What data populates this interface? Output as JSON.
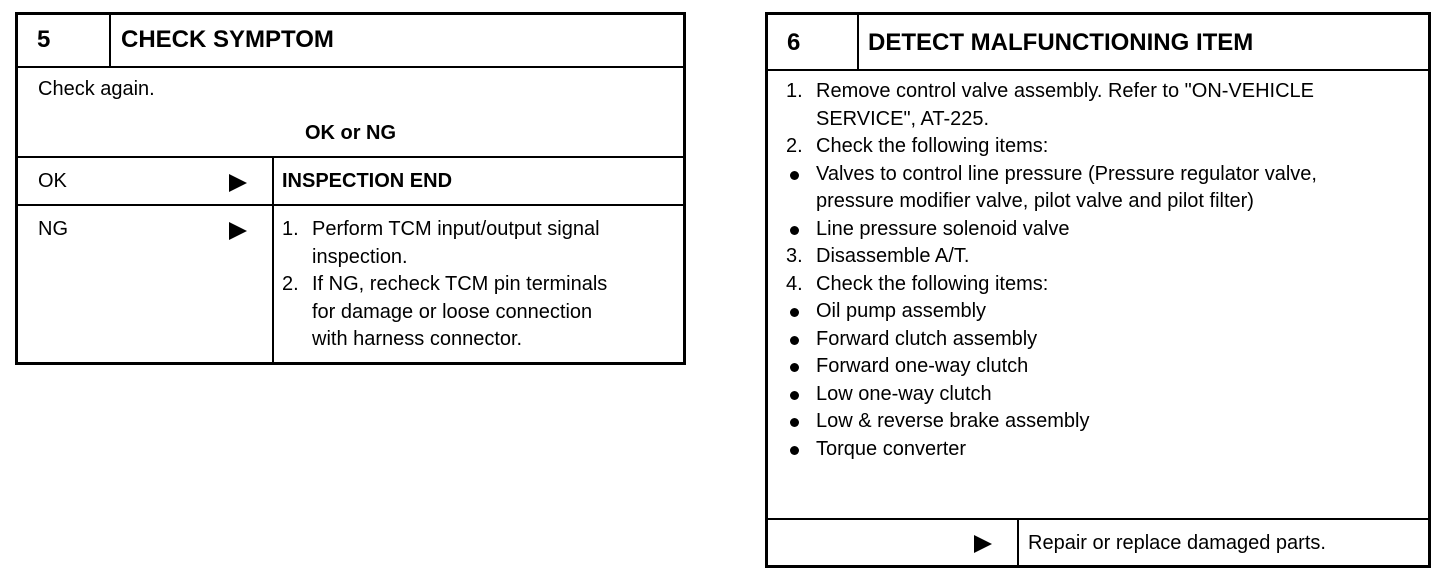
{
  "step5": {
    "number": "5",
    "title": "CHECK SYMPTOM",
    "instruction": "Check again.",
    "question": "OK or NG",
    "ok": {
      "label": "OK",
      "result": "INSPECTION END"
    },
    "ng": {
      "label": "NG",
      "items": [
        {
          "marker": "1.",
          "lines": [
            "Perform TCM input/output signal",
            "inspection."
          ]
        },
        {
          "marker": "2.",
          "lines": [
            "If NG, recheck TCM pin terminals",
            "for damage or loose connection",
            "with harness connector."
          ]
        }
      ]
    }
  },
  "step6": {
    "number": "6",
    "title": "DETECT MALFUNCTIONING ITEM",
    "items": [
      {
        "type": "num",
        "marker": "1.",
        "lines": [
          "Remove control valve assembly. Refer to \"ON-VEHICLE",
          "SERVICE\", AT-225."
        ]
      },
      {
        "type": "num",
        "marker": "2.",
        "lines": [
          "Check the following items:"
        ]
      },
      {
        "type": "bullet",
        "lines": [
          "Valves to control line pressure (Pressure regulator valve,",
          "pressure modifier valve, pilot valve and pilot filter)"
        ]
      },
      {
        "type": "bullet",
        "lines": [
          "Line pressure solenoid valve"
        ]
      },
      {
        "type": "num",
        "marker": "3.",
        "lines": [
          "Disassemble A/T."
        ]
      },
      {
        "type": "num",
        "marker": "4.",
        "lines": [
          "Check the following items:"
        ]
      },
      {
        "type": "bullet",
        "lines": [
          "Oil pump assembly"
        ]
      },
      {
        "type": "bullet",
        "lines": [
          "Forward clutch assembly"
        ]
      },
      {
        "type": "bullet",
        "lines": [
          "Forward one-way clutch"
        ]
      },
      {
        "type": "bullet",
        "lines": [
          "Low one-way clutch"
        ]
      },
      {
        "type": "bullet",
        "lines": [
          "Low & reverse brake assembly"
        ]
      },
      {
        "type": "bullet",
        "lines": [
          "Torque converter"
        ]
      }
    ],
    "result": "Repair or replace damaged parts."
  }
}
